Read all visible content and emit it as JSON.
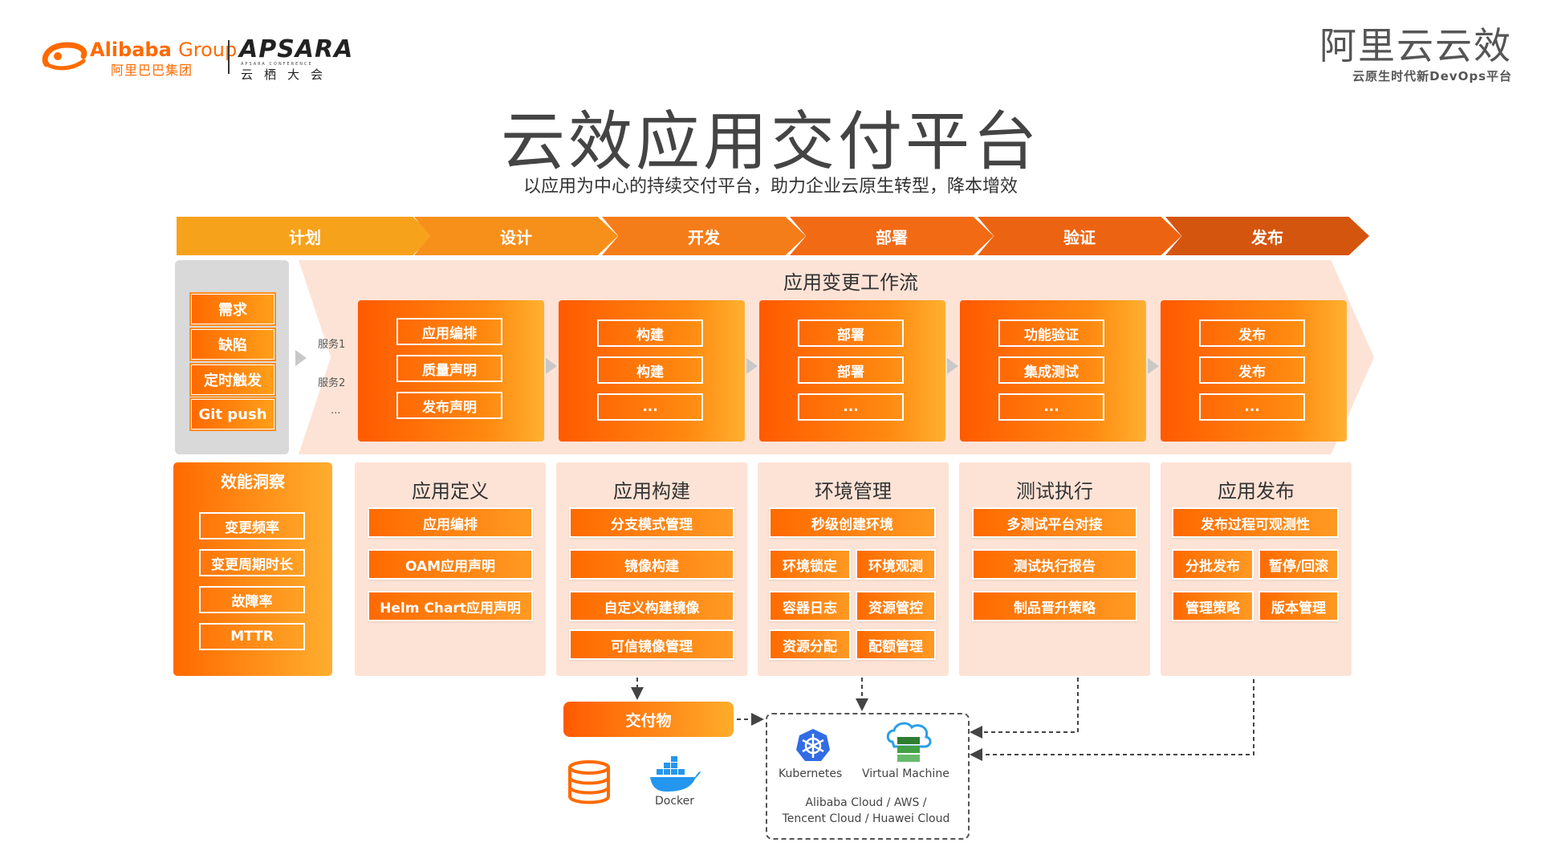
{
  "header": {
    "alibaba_en": "Alibaba",
    "alibaba_group": "Group",
    "alibaba_cn": "阿里巴巴集团",
    "apsara_name": "APSARA",
    "apsara_sub": "APSARA CONFERENCE",
    "apsara_cn": "云栖大会",
    "brand_title": "阿里云云效",
    "brand_subtitle": "云原生时代新DevOps平台"
  },
  "title": "云效应用交付平台",
  "subtitle": "以应用为中心的持续交付平台，助力企业云原生转型，降本增效",
  "stages": [
    "计划",
    "设计",
    "开发",
    "部署",
    "验证",
    "发布"
  ],
  "stage_colors": [
    "#f7a21b",
    "#f7901a",
    "#f57d19",
    "#f36a15",
    "#ec6412",
    "#d4550e"
  ],
  "triggers": [
    "需求",
    "缺陷",
    "定时触发",
    "Git push"
  ],
  "workflow": {
    "title": "应用变更工作流",
    "service_labels": [
      "服务1",
      "服务2",
      "..."
    ],
    "cards": [
      [
        "应用编排",
        "质量声明",
        "发布声明"
      ],
      [
        "构建",
        "构建",
        "..."
      ],
      [
        "部署",
        "部署",
        "..."
      ],
      [
        "功能验证",
        "集成测试",
        "..."
      ],
      [
        "发布",
        "发布",
        "..."
      ]
    ]
  },
  "insight": {
    "title": "效能洞察",
    "items": [
      "变更频率",
      "变更周期时长",
      "故障率",
      "MTTR"
    ]
  },
  "panels": [
    {
      "title": "应用定义",
      "items": [
        "应用编排",
        "OAM应用声明",
        "Helm Chart应用声明"
      ]
    },
    {
      "title": "应用构建",
      "items": [
        "分支模式管理",
        "镜像构建",
        "自定义构建镜像",
        "可信镜像管理"
      ]
    },
    {
      "title": "环境管理",
      "items": [
        "秒级创建环境",
        "环境锁定",
        "环境观测",
        "容器日志",
        "资源管控",
        "资源分配",
        "配额管理"
      ]
    },
    {
      "title": "测试执行",
      "items": [
        "多测试平台对接",
        "测试执行报告",
        "制品晋升策略"
      ]
    },
    {
      "title": "应用发布",
      "items": [
        "发布过程可观测性",
        "分批发布",
        "暂停/回滚",
        "管理策略",
        "版本管理"
      ]
    }
  ],
  "deliverables": {
    "title": "交付物",
    "docker_label": "Docker"
  },
  "targets": {
    "kubernetes_label": "Kubernetes",
    "vm_label": "Virtual Machine",
    "clouds_line1": "Alibaba Cloud / AWS /",
    "clouds_line2": "Tencent Cloud / Huawei Cloud"
  }
}
